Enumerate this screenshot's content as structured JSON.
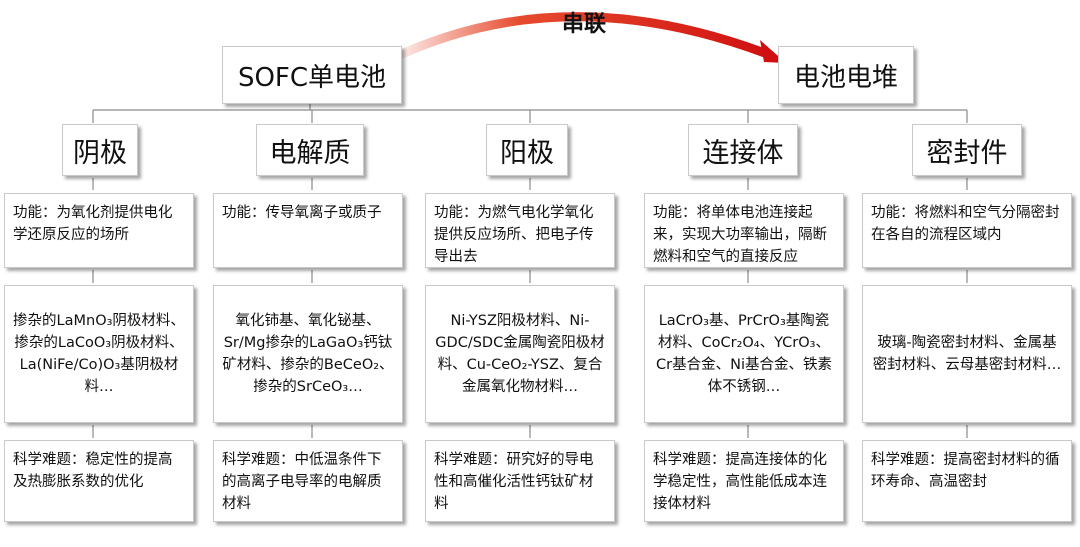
{
  "series_label": "串联",
  "top": {
    "cell": "SOFC单电池",
    "stack": "电池电堆"
  },
  "columns": [
    {
      "header": "阴极",
      "function": "功能：为氧化剂提供电化学还原反应的场所",
      "materials": "掺杂的LaMnO₃阴极材料、掺杂的LaCoO₃阴极材料、La(NiFe/Co)O₃基阴极材料…",
      "challenge": "科学难题：稳定性的提高及热膨胀系数的优化"
    },
    {
      "header": "电解质",
      "function": "功能：传导氧离子或质子",
      "materials": "氧化铈基、氧化铋基、Sr/Mg掺杂的LaGaO₃钙钛矿材料、掺杂的BeCeO₂、掺杂的SrCeO₃…",
      "challenge": "科学难题：中低温条件下的高离子电导率的电解质材料"
    },
    {
      "header": "阳极",
      "function": "功能：为燃气电化学氧化提供反应场所、把电子传导出去",
      "materials": "Ni-YSZ阳极材料、Ni-GDC/SDC金属陶瓷阳极材料、Cu-CeO₂-YSZ、复合金属氧化物材料…",
      "challenge": "科学难题：研究好的导电性和高催化活性钙钛矿材料"
    },
    {
      "header": "连接体",
      "function": "功能：将单体电池连接起来，实现大功率输出，隔断燃料和空气的直接反应",
      "materials": "LaCrO₃基、PrCrO₃基陶瓷材料、CoCr₂O₄、YCrO₃、Cr基合金、Ni基合金、铁素体不锈钢…",
      "challenge": "科学难题：提高连接体的化学稳定性，高性能低成本连接体材料"
    },
    {
      "header": "密封件",
      "function": "功能：将燃料和空气分隔密封在各自的流程区域内",
      "materials": "玻璃-陶瓷密封材料、金属基密封材料、云母基密封材料…",
      "challenge": "科学难题：提高密封材料的循环寿命、高温密封"
    }
  ]
}
